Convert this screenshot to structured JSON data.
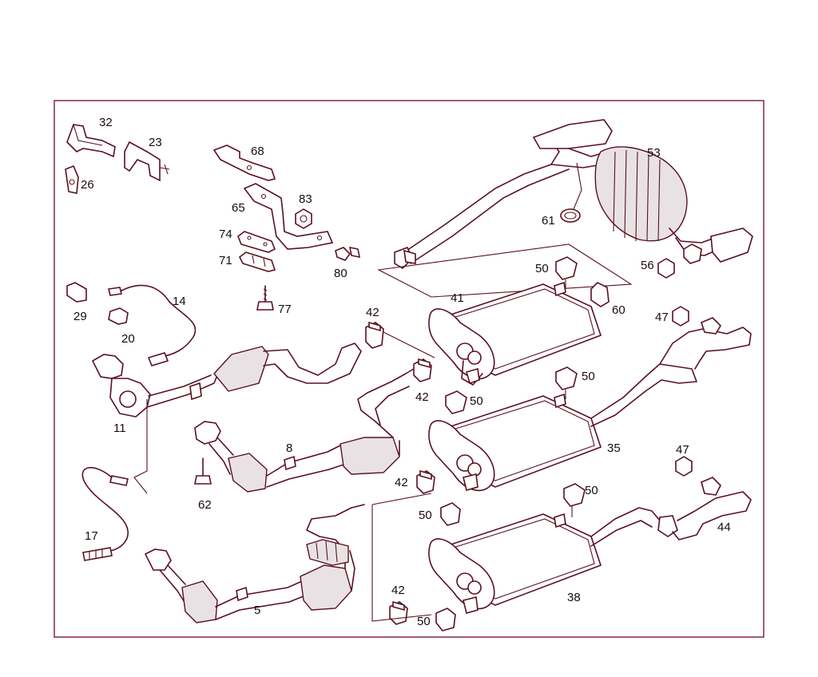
{
  "diagram": {
    "border_color": "#7a1a2e",
    "line_color": "#5a1020",
    "labels": [
      {
        "id": "32",
        "text": "32"
      },
      {
        "id": "23",
        "text": "23"
      },
      {
        "id": "26",
        "text": "26"
      },
      {
        "id": "68",
        "text": "68"
      },
      {
        "id": "83",
        "text": "83"
      },
      {
        "id": "65",
        "text": "65"
      },
      {
        "id": "74",
        "text": "74"
      },
      {
        "id": "71",
        "text": "71"
      },
      {
        "id": "80",
        "text": "80"
      },
      {
        "id": "77",
        "text": "77"
      },
      {
        "id": "14",
        "text": "14"
      },
      {
        "id": "29",
        "text": "29"
      },
      {
        "id": "20",
        "text": "20"
      },
      {
        "id": "11",
        "text": "11"
      },
      {
        "id": "17",
        "text": "17"
      },
      {
        "id": "62",
        "text": "62"
      },
      {
        "id": "8",
        "text": "8"
      },
      {
        "id": "5",
        "text": "5"
      },
      {
        "id": "53",
        "text": "53"
      },
      {
        "id": "61",
        "text": "61"
      },
      {
        "id": "56",
        "text": "56"
      },
      {
        "id": "50a",
        "text": "50"
      },
      {
        "id": "60",
        "text": "60"
      },
      {
        "id": "41",
        "text": "41"
      },
      {
        "id": "42a",
        "text": "42"
      },
      {
        "id": "47a",
        "text": "47"
      },
      {
        "id": "42b",
        "text": "42"
      },
      {
        "id": "50b",
        "text": "50"
      },
      {
        "id": "50c",
        "text": "50"
      },
      {
        "id": "35",
        "text": "35"
      },
      {
        "id": "47b",
        "text": "47"
      },
      {
        "id": "42c",
        "text": "42"
      },
      {
        "id": "50d",
        "text": "50"
      },
      {
        "id": "50e",
        "text": "50"
      },
      {
        "id": "44",
        "text": "44"
      },
      {
        "id": "42d",
        "text": "42"
      },
      {
        "id": "38",
        "text": "38"
      },
      {
        "id": "50f",
        "text": "50"
      }
    ]
  }
}
